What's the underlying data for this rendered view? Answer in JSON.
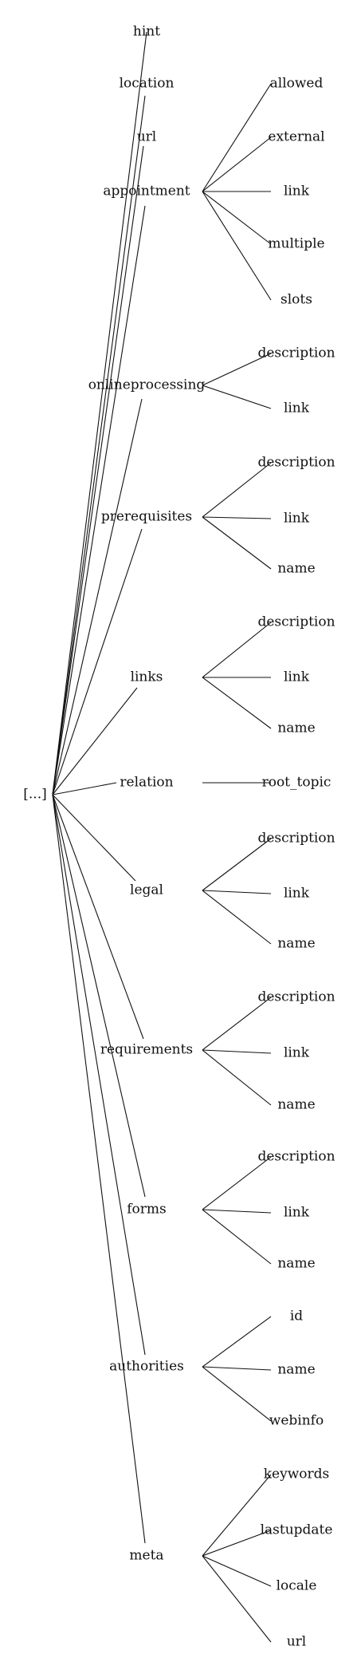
{
  "diagram": {
    "root": "[...]",
    "nodes": [
      {
        "label": "hint",
        "children": []
      },
      {
        "label": "location",
        "children": []
      },
      {
        "label": "url",
        "children": []
      },
      {
        "label": "appointment",
        "children": [
          "allowed",
          "external",
          "link",
          "multiple",
          "slots"
        ]
      },
      {
        "label": "onlineprocessing",
        "children": [
          "description",
          "link"
        ]
      },
      {
        "label": "prerequisites",
        "children": [
          "description",
          "link",
          "name"
        ]
      },
      {
        "label": "links",
        "children": [
          "description",
          "link",
          "name"
        ]
      },
      {
        "label": "relation",
        "children": [
          "root_topic"
        ]
      },
      {
        "label": "legal",
        "children": [
          "description",
          "link",
          "name"
        ]
      },
      {
        "label": "requirements",
        "children": [
          "description",
          "link",
          "name"
        ]
      },
      {
        "label": "forms",
        "children": [
          "description",
          "link",
          "name"
        ]
      },
      {
        "label": "authorities",
        "children": [
          "id",
          "name",
          "webinfo"
        ]
      },
      {
        "label": "meta",
        "children": [
          "keywords",
          "lastupdate",
          "locale",
          "url"
        ]
      }
    ]
  }
}
